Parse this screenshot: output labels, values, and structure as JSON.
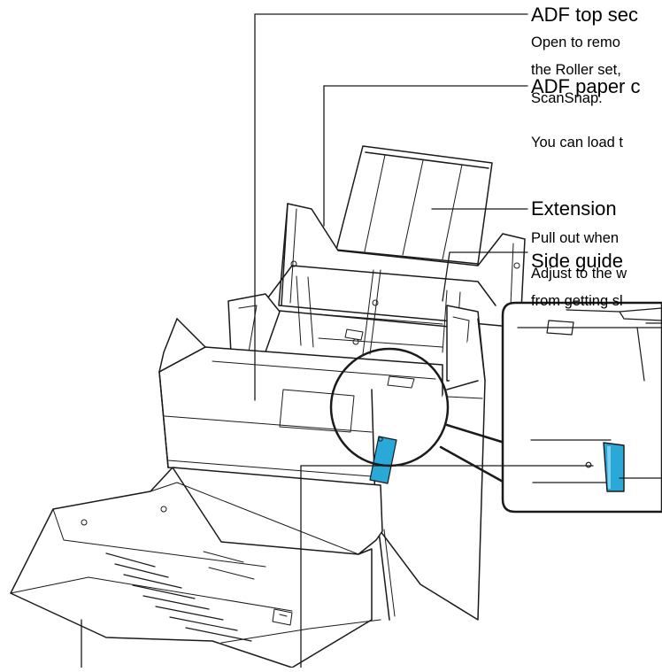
{
  "callouts": {
    "adf_top_section": {
      "title": "ADF top sec",
      "desc_lines": [
        "Open to remo",
        "the Roller set,",
        "ScanSnap."
      ]
    },
    "adf_paper_chute": {
      "title": "ADF paper c",
      "desc_lines": [
        "You can load t"
      ]
    },
    "extension": {
      "title": "Extension",
      "desc_lines": [
        "Pull out when"
      ]
    },
    "side_guide": {
      "title": "Side guide",
      "desc_lines": [
        "Adjust to the w",
        "from getting sl"
      ]
    }
  },
  "colors": {
    "line": "#1a1a1a",
    "button": "#2aa8d8",
    "button_light": "#7fd0ee",
    "body_shade": "#f3f3f3"
  }
}
